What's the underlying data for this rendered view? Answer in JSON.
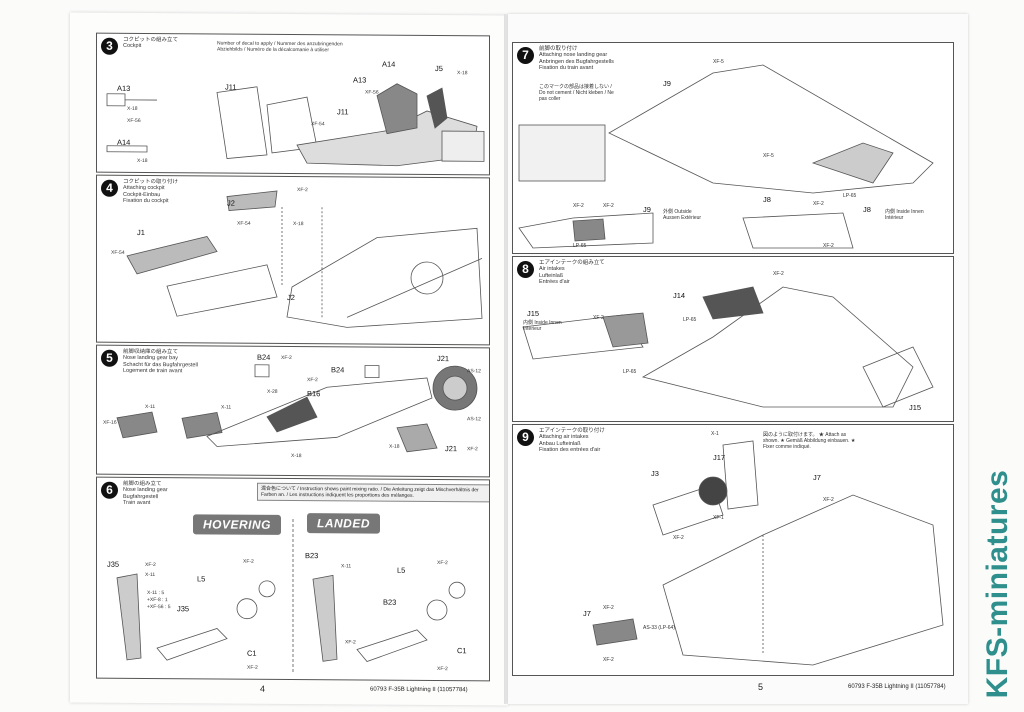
{
  "left_page": {
    "steps": [
      {
        "num": "3",
        "title_jp": "コクピットの組み立て",
        "title_en": "Cockpit",
        "note": "Number of decal to apply / Nummer des anzubringenden Abziehbilds / Numéro de la décalcomanie à utiliser",
        "parts": [
          "A13",
          "J11",
          "A14",
          "A14",
          "J5",
          "A13",
          "J11"
        ],
        "tags": [
          "X-18",
          "XF-56",
          "X-18",
          "X-18",
          "XF-56",
          "XF-54"
        ]
      },
      {
        "num": "4",
        "title_jp": "コクピットの取り付け",
        "title_en": "Attaching cockpit",
        "title_de": "Cockpit-Einbau",
        "title_fr": "Fixation du cockpit",
        "parts": [
          "J2",
          "J1",
          "J2"
        ],
        "tags": [
          "XF-2",
          "XF-54",
          "X-18",
          "XF-54"
        ]
      },
      {
        "num": "5",
        "title_jp": "前脚収納庫の組み立て",
        "title_en": "Nose landing gear bay",
        "title_de": "Schacht für das Bugfahrgestell",
        "title_fr": "Logement de train avant",
        "parts": [
          "B24",
          "B24",
          "B16",
          "J21",
          "J21"
        ],
        "tags": [
          "XF-2",
          "XF-2",
          "X-28",
          "X-11",
          "X-11",
          "XF-16",
          "X-18",
          "X-18",
          "AS-12",
          "AS-12",
          "XF-2"
        ]
      },
      {
        "num": "6",
        "title_jp": "前脚の組み立て",
        "title_en": "Nose landing gear",
        "title_de": "Bugfahrgestell",
        "title_fr": "Train avant",
        "parts": [
          "J35",
          "L5",
          "J35",
          "C1",
          "B23",
          "L5",
          "B23",
          "C1"
        ],
        "tags": [
          "XF-2",
          "X-11",
          "X-11 : 5",
          "+XF-8 : 1",
          "+XF-56 : 5",
          "XF-2",
          "XF-2",
          "X-11",
          "XF-2",
          "XF-2",
          "XF-2"
        ],
        "mix_note": "混合色について / Instruction shows paint mixing ratio. / Die Anleitung zeigt das Mischverhältnis der Farben an. / Les instructions indiquent les proportions des mélanges."
      }
    ],
    "hovering_label": "HOVERING",
    "landed_label": "LANDED",
    "page_number": "4",
    "footer": "60793 F-35B Lightning II (11057784)"
  },
  "right_page": {
    "steps": [
      {
        "num": "7",
        "title_jp": "前脚の取り付け",
        "title_en": "Attaching nose landing gear",
        "title_de": "Anbringen des Bugfahrgestells",
        "title_fr": "Fixation du train avant",
        "do_not_cement": "このマークの部品は接着しない / Do not cement / Nicht kleben / Ne pas coller",
        "parts": [
          "J9",
          "J8",
          "J9",
          "J8"
        ],
        "tags": [
          "XF-5",
          "XF-5",
          "LP-65",
          "XF-2",
          "XF-2",
          "XF-2",
          "LP-65",
          "XF-2"
        ],
        "outside": "外側 Outside Aussen Extérieur",
        "inside": "内側 Inside Innen Intérieur"
      },
      {
        "num": "8",
        "title_jp": "エアインテークの組み立て",
        "title_en": "Air intakes",
        "title_de": "Lufteinlaß",
        "title_fr": "Entrées d'air",
        "parts": [
          "J15",
          "J14",
          "J15"
        ],
        "tags": [
          "XF-2",
          "XF-2",
          "LP-65",
          "LP-65"
        ],
        "inside": "内側 Inside Innen Intérieur"
      },
      {
        "num": "9",
        "title_jp": "エアインテークの取り付け",
        "title_en": "Attaching air intakes",
        "title_de": "Anbau Lufteinlaß",
        "title_fr": "Fixation des entrées d'air",
        "parts": [
          "J17",
          "J3",
          "J7",
          "J7"
        ],
        "tags": [
          "X-1",
          "XF-1",
          "XF-2",
          "XF-2",
          "XF-2",
          "AS-33 (LP-64)",
          "XF-2"
        ],
        "note": "図のように取付けます。 ★ Attach as shown. ★ Gemäß Abbildung einbauen. ★ Fixer comme indiqué."
      }
    ],
    "page_number": "5",
    "footer": "60793 F-35B Lightning II (11057784)"
  },
  "watermark": "KFS-miniatures"
}
